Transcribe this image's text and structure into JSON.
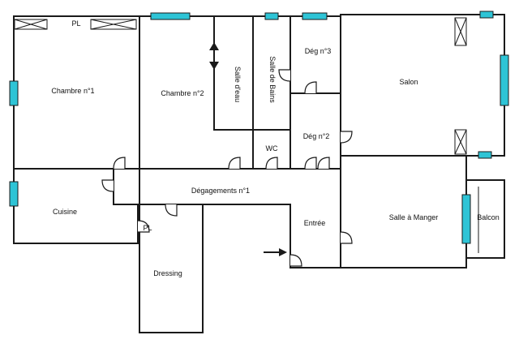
{
  "rooms": {
    "chambre1": "Chambre n°1",
    "chambre2": "Chambre n°2",
    "salle_eau": "Salle d'eau",
    "salle_bains": "Salle de Bains",
    "deg3": "Dég n°3",
    "salon": "Salon",
    "wc": "WC",
    "deg2": "Dég n°2",
    "degagements1": "Dégagements n°1",
    "cuisine": "Cuisine",
    "pl_top": "PL",
    "pl_mid": "PL",
    "entree": "Entrée",
    "salle_manger": "Salle à Manger",
    "balcon": "Balcon",
    "dressing": "Dressing"
  },
  "colors": {
    "window": "#2ec4d6",
    "wall": "#1a1a1a"
  },
  "icons": {
    "entrance": "arrow-right-icon",
    "radiator": "cross-box-icon"
  }
}
